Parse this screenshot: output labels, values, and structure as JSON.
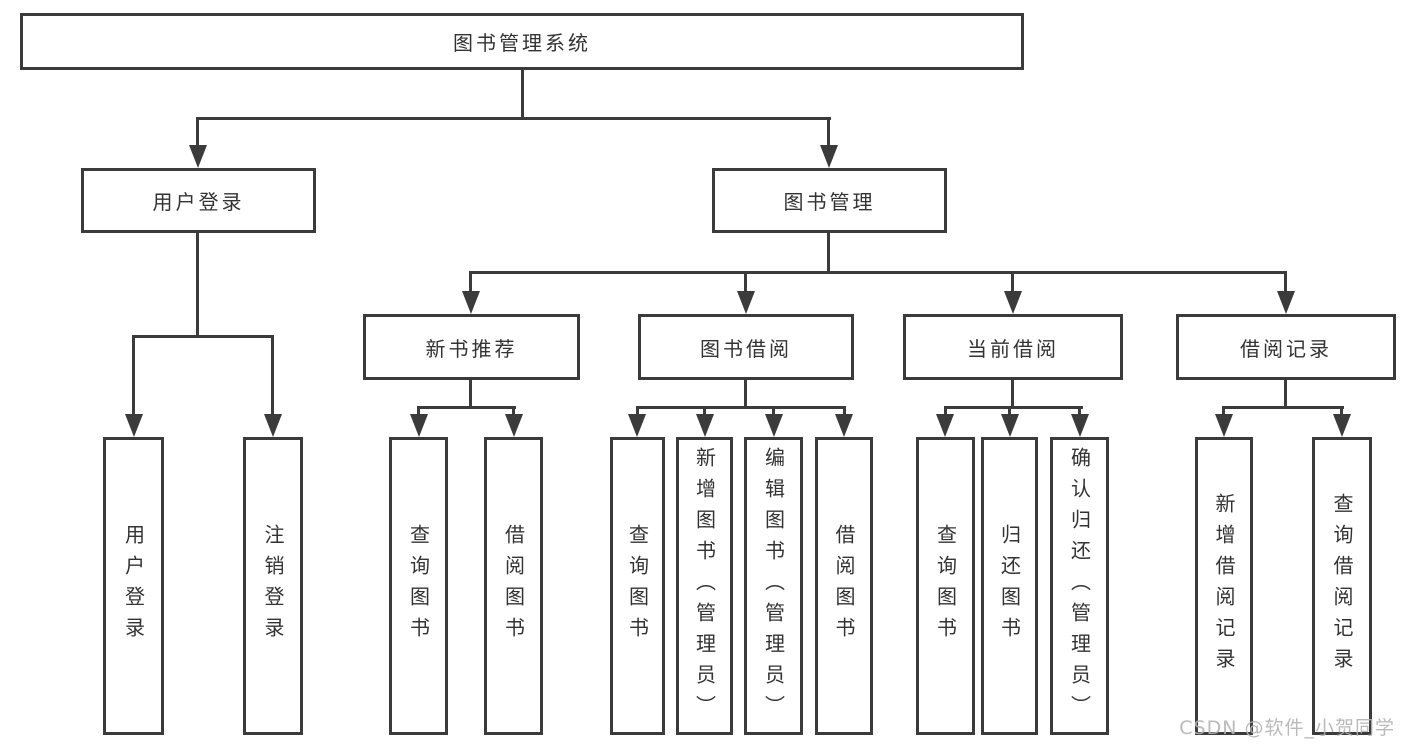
{
  "tree": {
    "label": "图书管理系统",
    "children": [
      {
        "label": "用户登录",
        "children": [
          {
            "label": "用户登录"
          },
          {
            "label": "注销登录"
          }
        ]
      },
      {
        "label": "图书管理",
        "children": [
          {
            "label": "新书推荐",
            "children": [
              {
                "label": "查询图书"
              },
              {
                "label": "借阅图书"
              }
            ]
          },
          {
            "label": "图书借阅",
            "children": [
              {
                "label": "查询图书"
              },
              {
                "label": "新增图书（管理员）"
              },
              {
                "label": "编辑图书（管理员）"
              },
              {
                "label": "借阅图书"
              }
            ]
          },
          {
            "label": "当前借阅",
            "children": [
              {
                "label": "查询图书"
              },
              {
                "label": "归还图书"
              },
              {
                "label": "确认归还（管理员）"
              }
            ]
          },
          {
            "label": "借阅记录",
            "children": [
              {
                "label": "新增借阅记录"
              },
              {
                "label": "查询借阅记录"
              }
            ]
          }
        ]
      }
    ]
  },
  "watermark": {
    "text": "CSDN @软件_小贺同学"
  },
  "colors": {
    "line": "#3b3b3b",
    "box_border": "#3b3b3b",
    "text": "#333333",
    "watermark": "#b3b3b3",
    "background": "#ffffff"
  }
}
